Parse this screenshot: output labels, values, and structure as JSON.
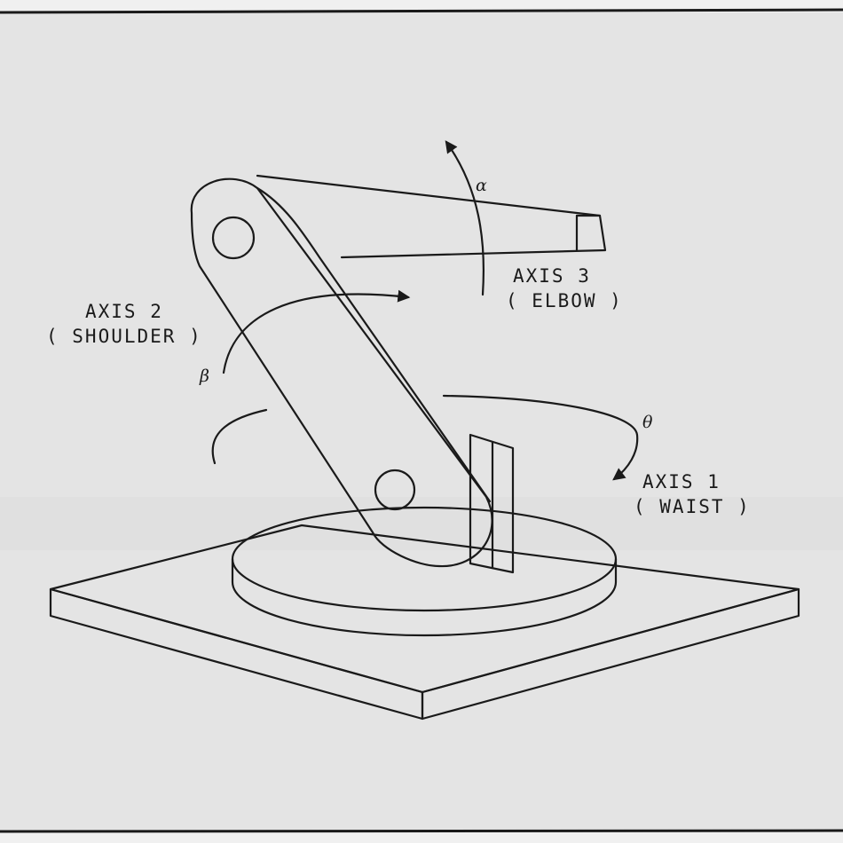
{
  "diagram": {
    "axes": [
      {
        "id": "axis-1",
        "name": "AXIS 1",
        "joint": "( WAIST )",
        "angle_symbol": "θ"
      },
      {
        "id": "axis-2",
        "name": "AXIS 2",
        "joint": "( SHOULDER )",
        "angle_symbol": "β"
      },
      {
        "id": "axis-3",
        "name": "AXIS 3",
        "joint": "( ELBOW )",
        "angle_symbol": "α"
      }
    ]
  }
}
